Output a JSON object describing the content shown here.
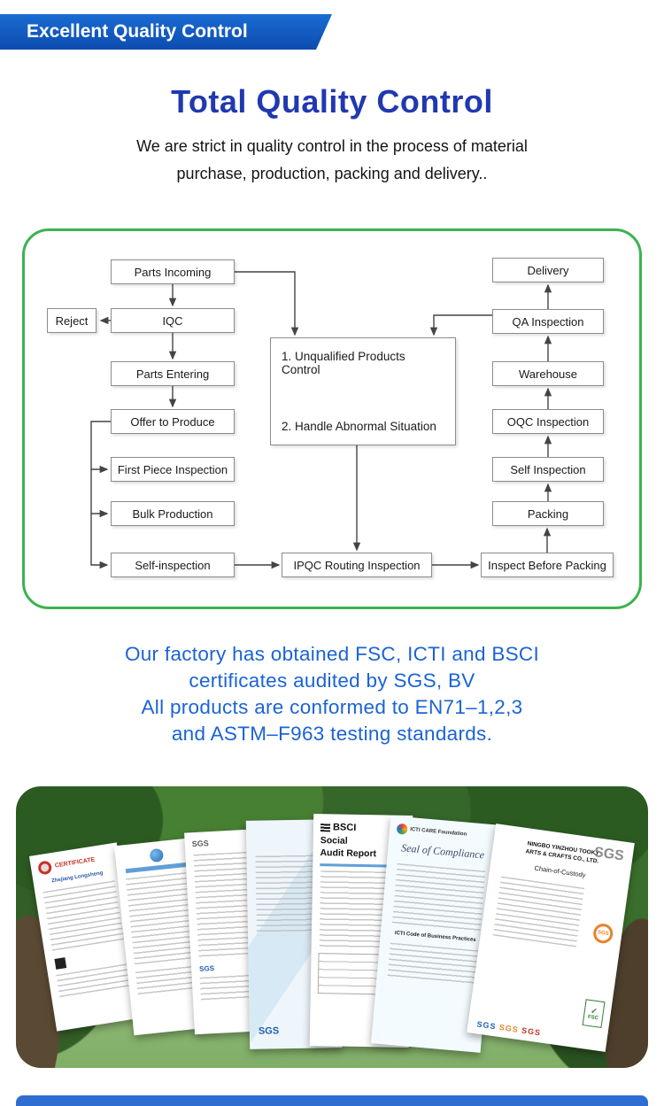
{
  "banner": {
    "label": "Excellent Quality Control"
  },
  "intro": {
    "title": "Total Quality Control",
    "subtitle1": "We are strict in quality control in the process of material",
    "subtitle2": "purchase, production, packing and delivery.."
  },
  "flowchart": {
    "parts_incoming": "Parts Incoming",
    "reject": "Reject",
    "iqc": "IQC",
    "parts_entering": "Parts Entering",
    "offer_to_produce": "Offer to Produce",
    "first_piece_inspection": "First Piece Inspection",
    "bulk_production": "Bulk Production",
    "self_inspection": "Self-inspection",
    "control1": "1. Unqualified Products Control",
    "control2": "2. Handle Abnormal Situation",
    "ipqc": "IPQC Routing Inspection",
    "delivery": "Delivery",
    "qa_inspection": "QA Inspection",
    "warehouse": "Warehouse",
    "oqc_inspection": "OQC Inspection",
    "self_inspection_right": "Self Inspection",
    "packing": "Packing",
    "inspect_before_packing": "Inspect Before Packing"
  },
  "statement": {
    "line1": "Our factory has obtained FSC, ICTI and BSCI",
    "line2": "certificates audited by SGS, BV",
    "line3": "All products are conformed to EN71–1,2,3",
    "line4": "and ASTM–F963 testing standards."
  },
  "certificates": {
    "title1": "CERTIFICATE",
    "company1": "Zhejiang Longsheng",
    "sgs": "SGS",
    "bsci": "BSCI",
    "bsci_report1": "Social",
    "bsci_report2": "Audit Report",
    "icti_header": "ICTI CARE Foundation",
    "icti_seal": "Seal of Compliance",
    "icti_code": "ICTI Code of Business Practices",
    "company7_line1": "NINGBO YINZHOU TOOKY",
    "company7_line2": "ARTS & CRAFTS CO., LTD.",
    "chain_of_custody": "Chain-of-Custody",
    "fsc": "FSC"
  },
  "colors": {
    "banner_blue": "#1a6bd2",
    "title_blue": "#2039b0",
    "statement_blue": "#1b63d6",
    "flow_border_green": "#3cb24f",
    "bottom_bar_blue": "#2e6ed2"
  }
}
